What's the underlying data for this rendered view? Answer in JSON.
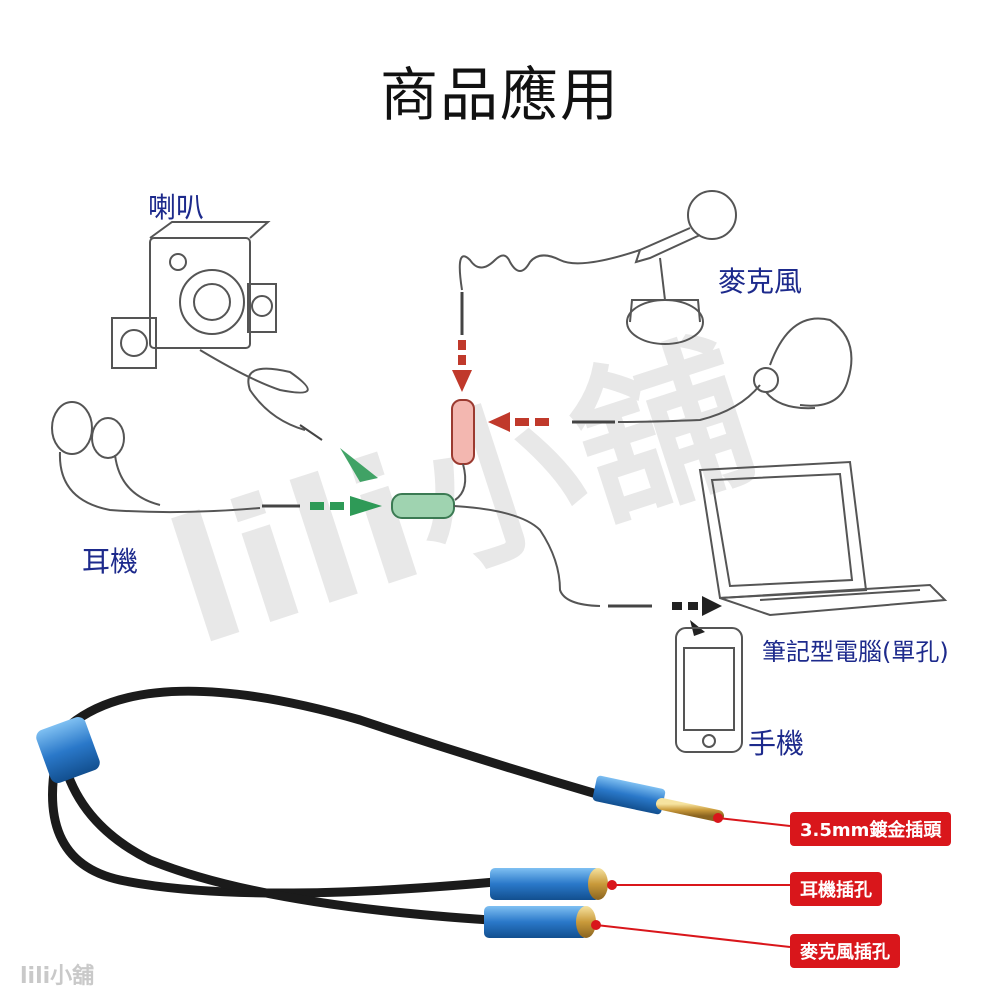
{
  "title": "商品應用",
  "labels": {
    "speaker": "喇叭",
    "microphone": "麥克風",
    "headphone": "耳機",
    "laptop": "筆記型電腦(單孔)",
    "phone": "手機"
  },
  "callouts": {
    "plug": "3.5mm鍍金插頭",
    "headphone_jack": "耳機插孔",
    "mic_jack": "麥克風插孔"
  },
  "watermark": "lili小舖",
  "corner_watermark": "lili小舖",
  "colors": {
    "label_blue": "#1d2a8c",
    "callout_red": "#d9161b",
    "connector_blue": "#2a78c9",
    "arrow_green": "#2e9a57",
    "arrow_red": "#c0392b"
  }
}
